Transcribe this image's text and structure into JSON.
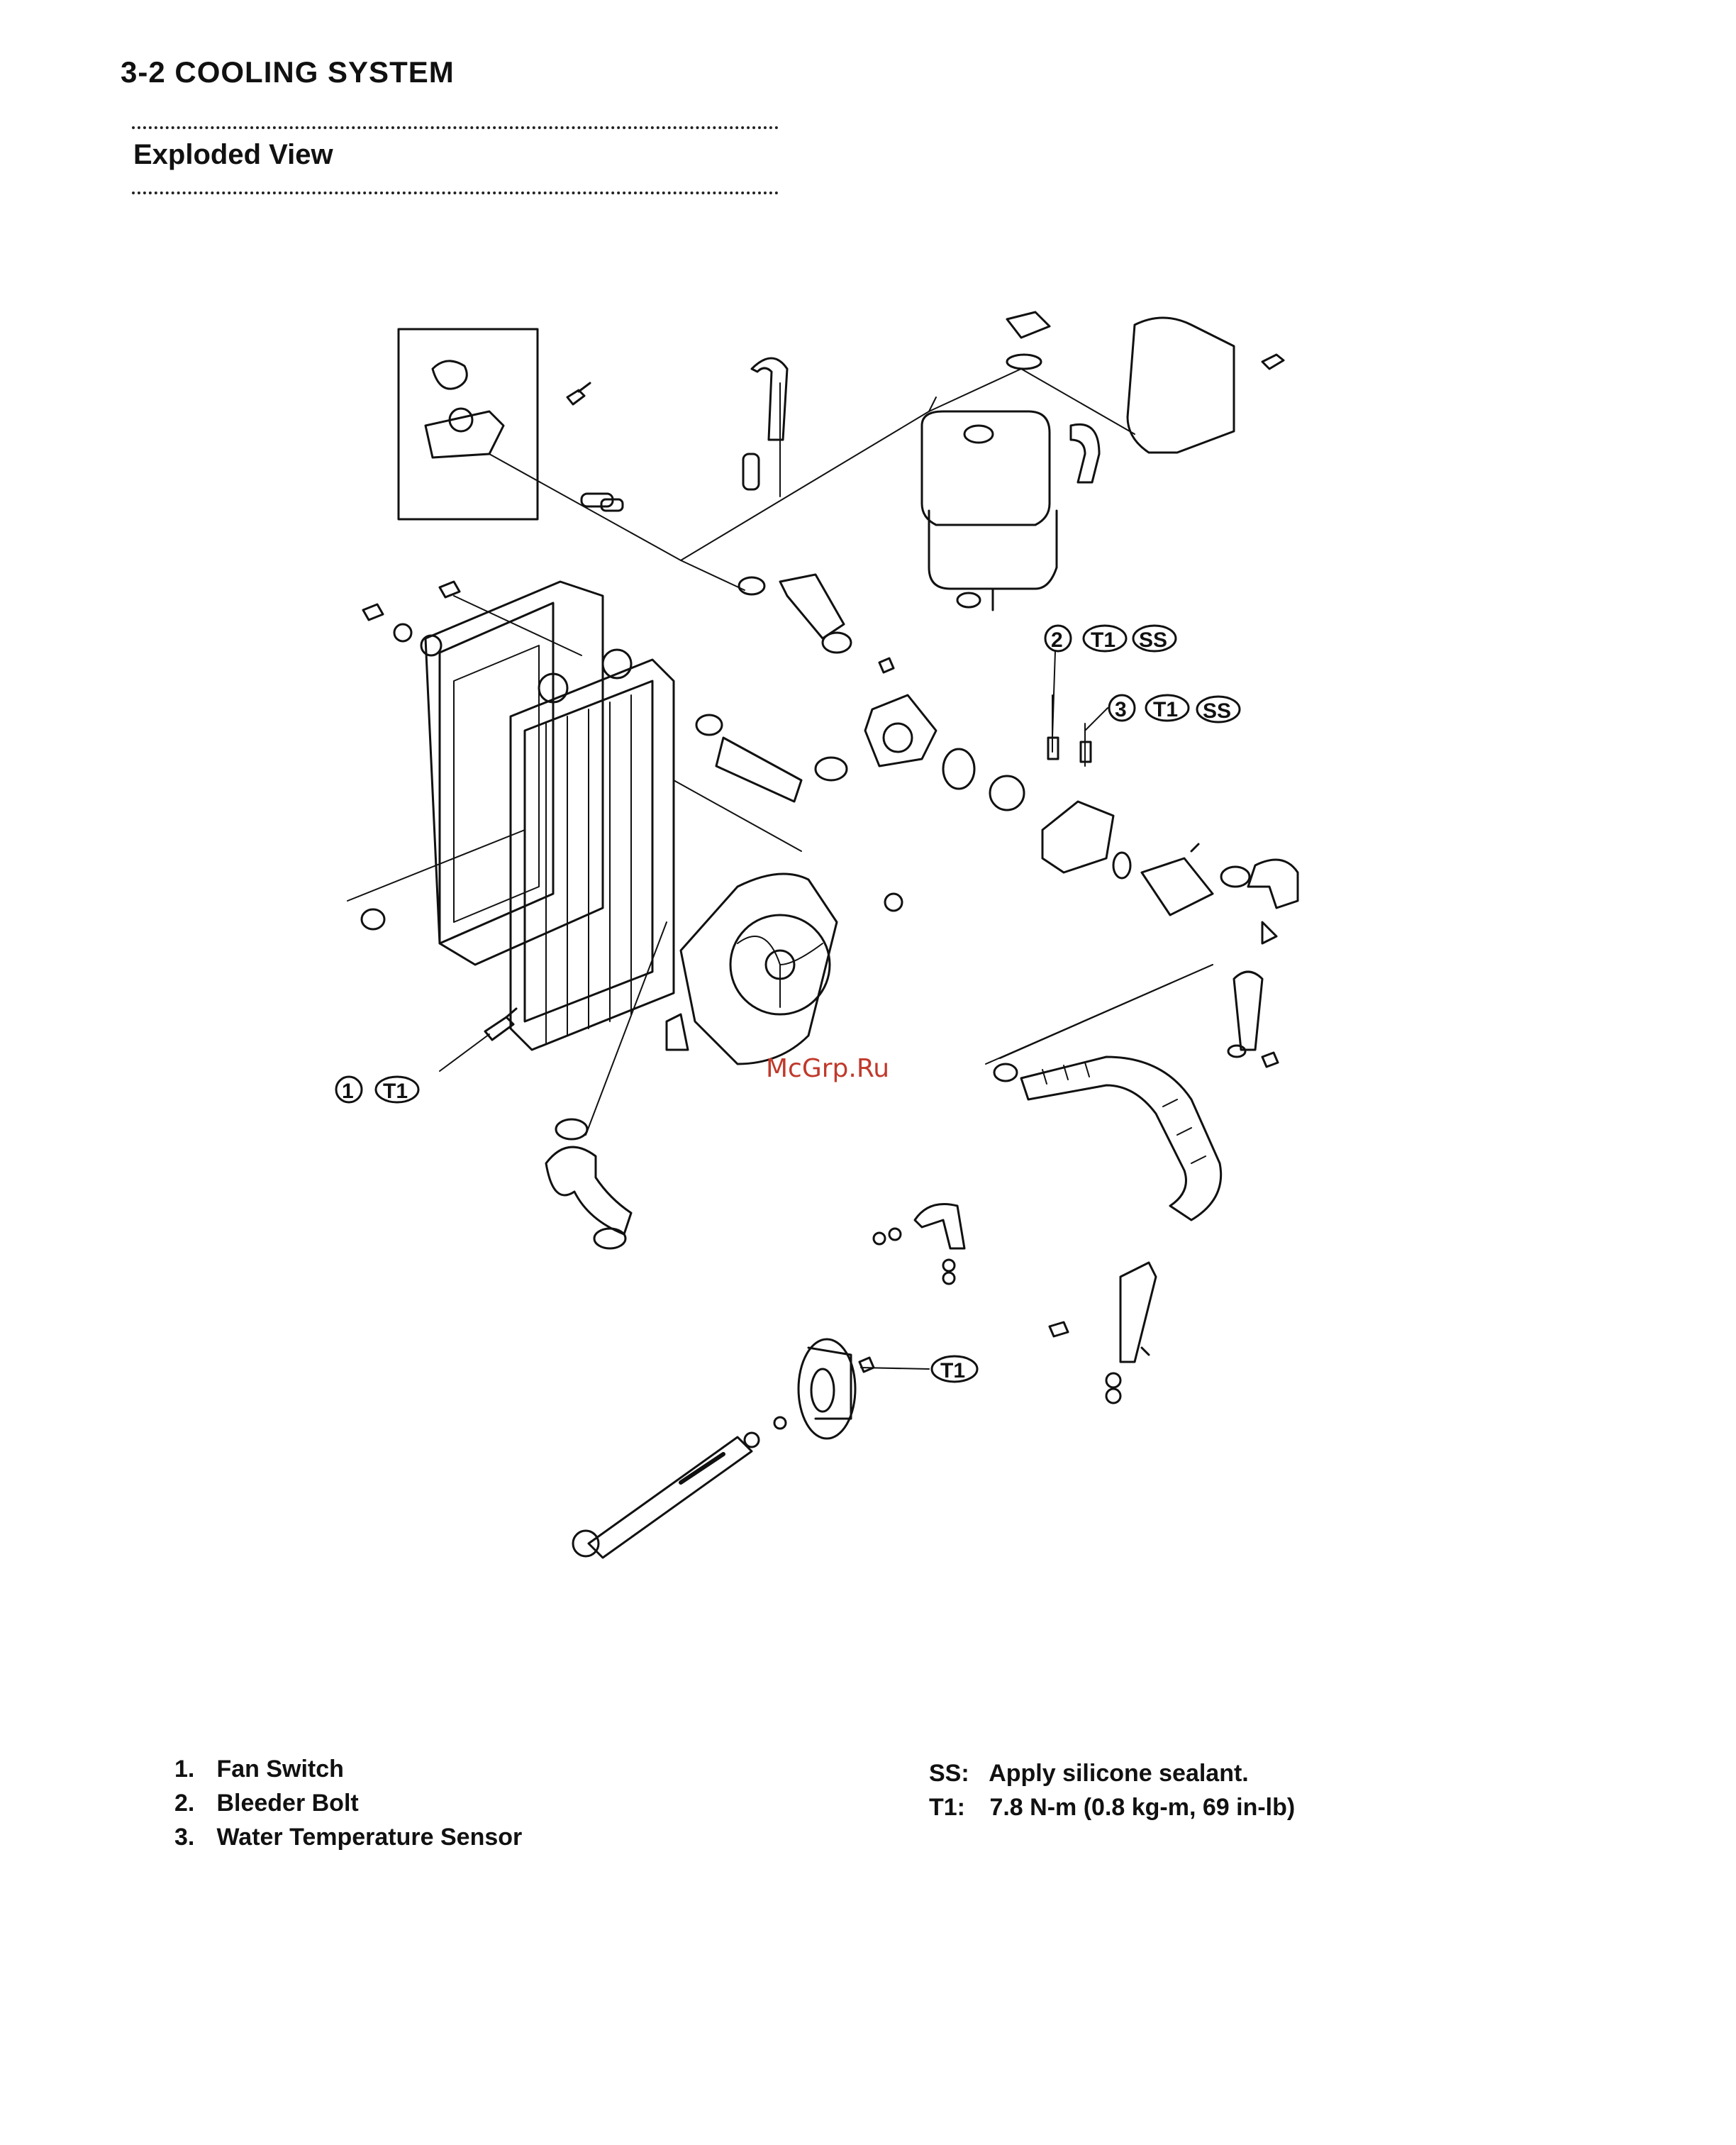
{
  "header": {
    "title": "3-2 COOLING SYSTEM",
    "section": "Exploded View"
  },
  "callouts": {
    "fan_switch": {
      "num": "1",
      "torque": "T1"
    },
    "bleeder_bolt": {
      "num": "2",
      "torque": "T1",
      "sealant": "SS"
    },
    "temp_sensor": {
      "num": "3",
      "torque": "T1",
      "sealant": "SS"
    },
    "water_pump": {
      "torque": "T1"
    }
  },
  "legend": {
    "parts": [
      {
        "num": "1.",
        "label": "Fan Switch"
      },
      {
        "num": "2.",
        "label": "Bleeder Bolt"
      },
      {
        "num": "3.",
        "label": "Water Temperature Sensor"
      }
    ],
    "notes": [
      {
        "key": "SS:",
        "text": "Apply silicone sealant."
      },
      {
        "key": "T1:",
        "text": "7.8 N-m (0.8 kg-m, 69 in-lb)"
      }
    ]
  },
  "watermark": "McGrp.Ru",
  "colors": {
    "ink": "#111111",
    "watermark": "#c0392b"
  }
}
